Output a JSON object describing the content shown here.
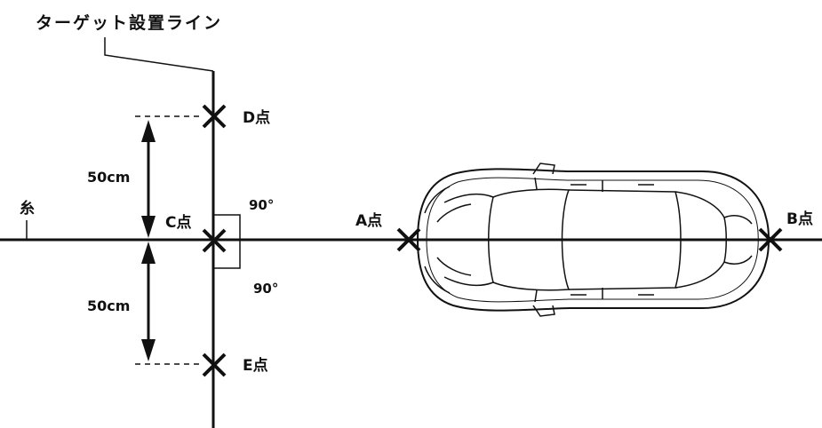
{
  "diagram": {
    "title_label": "ターゲット設置ライン",
    "thread_label": "糸",
    "points": {
      "A": "A点",
      "B": "B点",
      "C": "C点",
      "D": "D点",
      "E": "E点"
    },
    "distance_upper": "50cm",
    "distance_lower": "50cm",
    "angle_upper": "90°",
    "angle_lower": "90°"
  },
  "colors": {
    "ink": "#111111",
    "background": "#ffffff"
  }
}
